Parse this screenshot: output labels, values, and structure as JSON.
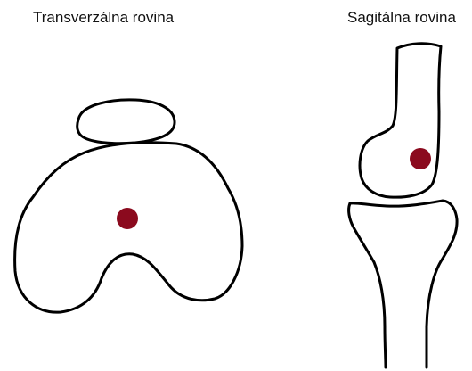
{
  "labels": {
    "transverse_plane": "Transverzálna rovina",
    "sagittal_plane": "Sagitálna rovina"
  },
  "colors": {
    "outline": "#000000",
    "marker": "#8b0a1e",
    "background": "#ffffff"
  },
  "figures": [
    {
      "name": "transverse-knee-section",
      "parts": [
        "patella",
        "femur-condyles"
      ],
      "marker": "dark-red-dot"
    },
    {
      "name": "sagittal-knee-section",
      "parts": [
        "femur",
        "tibia"
      ],
      "marker": "dark-red-dot"
    }
  ]
}
